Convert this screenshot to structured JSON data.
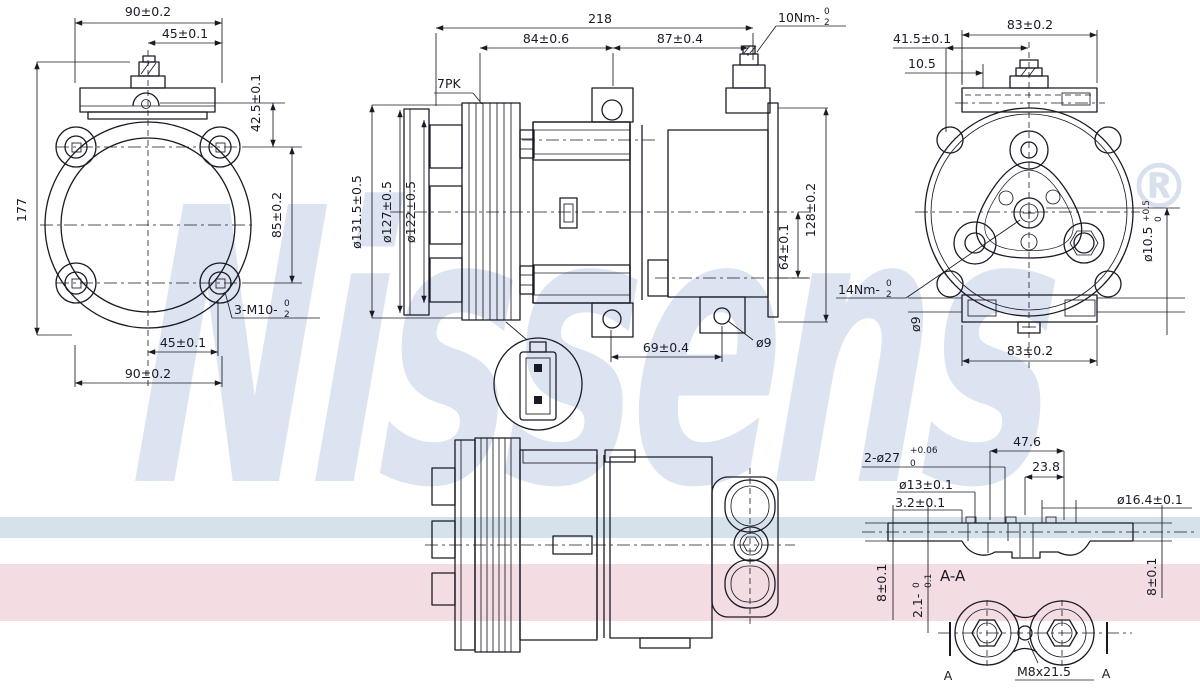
{
  "watermark": {
    "text": "Nissens",
    "registered": "®"
  },
  "colors": {
    "stripe_blue": "#d5e2eb",
    "stripe_pink": "#f3dce2",
    "watermark": "#dde4f1",
    "ink": "#1a1a26"
  },
  "views": {
    "front": {
      "width_top": "90±0.2",
      "half_top": "45±0.1",
      "height": "177",
      "offset": "42.5±0.1",
      "bolt_span": "85±0.2",
      "thread": {
        "base": "3-M10-",
        "sup": "0",
        "sub": "2"
      },
      "half_bottom": "45±0.1",
      "width_bottom": "90±0.2"
    },
    "side": {
      "length": "218",
      "front_len": "84±0.6",
      "rear_len": "87±0.4",
      "port_torque": {
        "base": "10Nm-",
        "sup": "0",
        "sub": "2"
      },
      "belt": "7PK",
      "dia_outer": "ø131.5±0.5",
      "dia_mid": "ø127±0.5",
      "dia_inner": "ø122±0.5",
      "height": "128±0.2",
      "axis": "64±0.1",
      "lugs": "69±0.4",
      "hole": "ø9"
    },
    "rear": {
      "width_top": "83±0.2",
      "ear_offset": "41.5±0.1",
      "step": "10.5",
      "shaft_torque": {
        "base": "14Nm-",
        "sup": "0",
        "sub": "2"
      },
      "shaft_dia": {
        "base": "ø10.5",
        "sup": "+0.5",
        "sub": "0"
      },
      "hole": "ø9",
      "width_bottom": "83±0.2"
    },
    "section": {
      "ports": {
        "base": "2-ø27",
        "sup": "+0.06",
        "sub": "0"
      },
      "width": "47.6",
      "half_width": "23.8",
      "bore": "ø13±0.1",
      "depth": "3.2±0.1",
      "boss": "ø16.4±0.1",
      "thk_left": "8±0.1",
      "step": {
        "base": "2.1-",
        "sup": "0",
        "sub": "0.1"
      },
      "title": "A-A",
      "thk_right": "8±0.1",
      "thread": "M8x21.5",
      "cut_a_left": "A",
      "cut_a_right": "A"
    }
  }
}
